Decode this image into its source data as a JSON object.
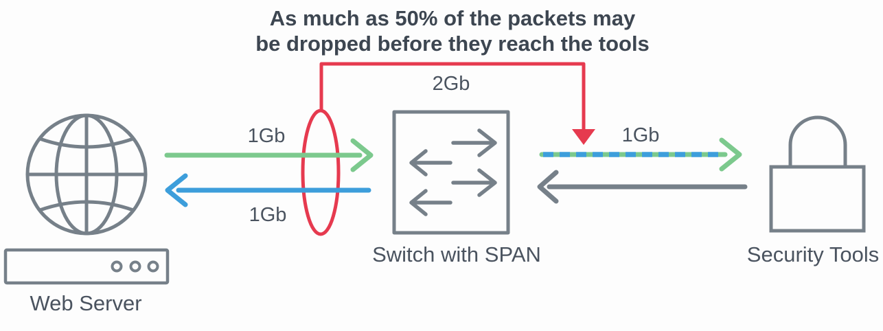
{
  "annotation": {
    "line1": "As much as 50% of the packets may",
    "line2": "be dropped before they reach the tools"
  },
  "nodes": {
    "web_server": {
      "label": "Web Server"
    },
    "switch": {
      "label": "Switch with SPAN",
      "capacity_label": "2Gb"
    },
    "security_tools": {
      "label": "Security Tools"
    }
  },
  "links": {
    "inbound": {
      "label": "1Gb",
      "direction": "web-server-to-switch"
    },
    "outbound": {
      "label": "1Gb",
      "direction": "switch-to-web-server"
    },
    "span_feed": {
      "label": "1Gb",
      "direction": "switch-to-security-tools",
      "style": "dashed"
    },
    "return_path": {
      "direction": "security-tools-to-switch"
    }
  },
  "colors": {
    "text-dark": "#3d4651",
    "text-mid": "#4a535f",
    "icon-gray": "#768089",
    "arrow-gray": "#768089",
    "green": "#7cc98d",
    "blue": "#3d9edb",
    "red": "#e63a4f",
    "bg": "#fdfdfd"
  }
}
